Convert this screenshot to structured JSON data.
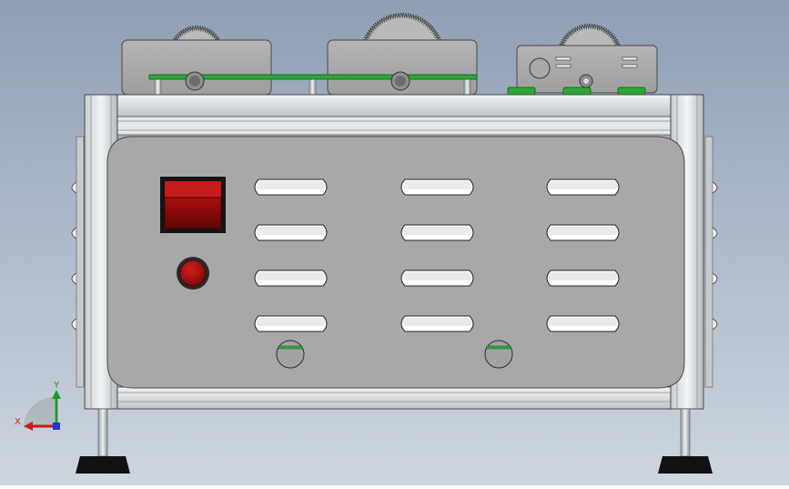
{
  "view": {
    "background_top": "#8f9fb5",
    "background_bottom": "#cdd6e0"
  },
  "triad": {
    "x_label": "X",
    "y_label": "Y",
    "x_color": "#c81e1e",
    "y_color": "#1e9b2a",
    "z_color": "#1e3cc8"
  },
  "device": {
    "panel_color": "#a8a8a8",
    "frame_color": "#d9dde0",
    "power_switch_color": "#9c0e0e",
    "indicator_lamp_color": "#a80d0d",
    "connector_color": "#2ea63a",
    "feet_color": "#111111",
    "vent_rows": 4,
    "vent_columns": 3,
    "gear_count": 3
  }
}
